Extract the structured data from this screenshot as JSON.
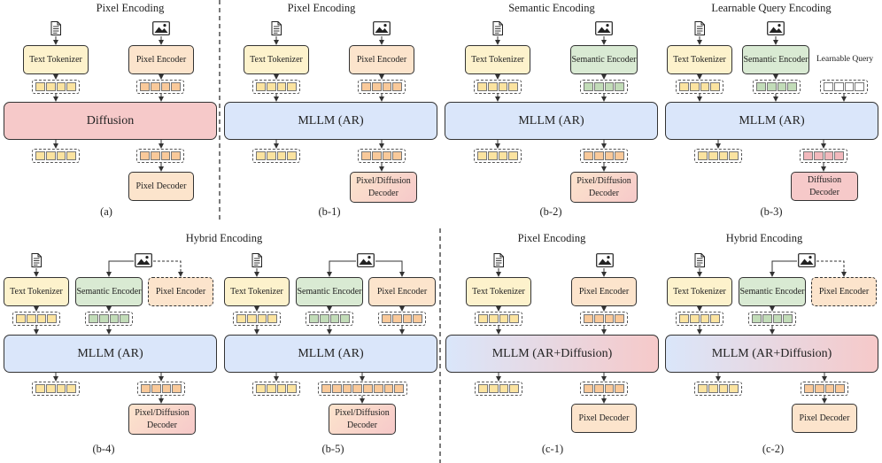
{
  "colors": {
    "text_fill": "#fdf2cc",
    "text_cell": "#fbe3a0",
    "pixel_fill": "#fce4cc",
    "pixel_cell": "#f9c99a",
    "semantic_fill": "#d9ead3",
    "semantic_cell": "#c2dcb8",
    "mllm_fill": "#dae6fa",
    "diffusion_fill": "#f6c9c9",
    "query_cell": "#ffffff",
    "diffdec_cell": "#f2b8bc"
  },
  "titles": {
    "a": "Pixel Encoding",
    "b1": "Pixel Encoding",
    "b2": "Semantic Encoding",
    "b3": "Learnable Query Encoding",
    "b45": "Hybrid Encoding",
    "c1": "Pixel Encoding",
    "c2": "Hybrid Encoding"
  },
  "captions": {
    "a": "(a)",
    "b1": "(b-1)",
    "b2": "(b-2)",
    "b3": "(b-3)",
    "b4": "(b-4)",
    "b5": "(b-5)",
    "c1": "(c-1)",
    "c2": "(c-2)"
  },
  "labels": {
    "text_tokenizer": "Text Tokenizer",
    "pixel_encoder": "Pixel Encoder",
    "semantic_encoder": "Semantic Encoder",
    "learnable_query": "Learnable Query",
    "diffusion": "Diffusion",
    "mllm_ar": "MLLM (AR)",
    "mllm_ar_diffusion": "MLLM (AR+Diffusion)",
    "pixel_decoder": "Pixel Decoder",
    "pixel_diffusion_decoder_line1": "Pixel/Diffusion",
    "pixel_diffusion_decoder_line2": "Decoder",
    "diffusion_decoder": "Diffusion Decoder"
  },
  "icons": {
    "text": "document-icon",
    "image": "image-icon"
  }
}
